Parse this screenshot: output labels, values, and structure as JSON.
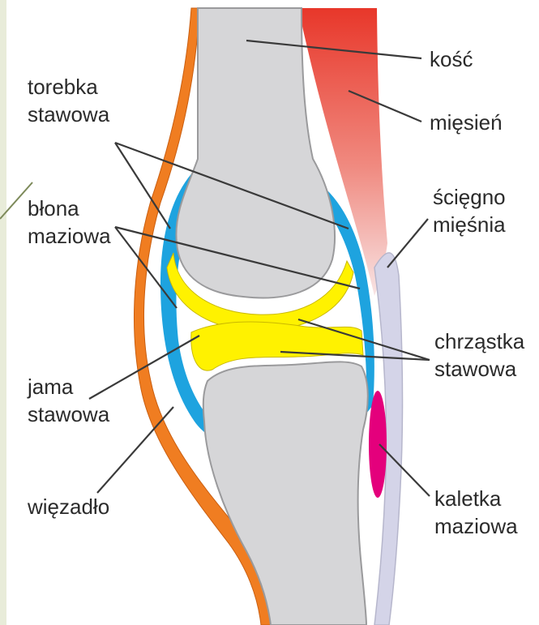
{
  "labels": {
    "torebka_line1": "torebka",
    "torebka_line2": "stawowa",
    "blona_line1": "błona",
    "blona_line2": "maziowa",
    "jama_line1": "jama",
    "jama_line2": "stawowa",
    "wiezadlo": "więzadło",
    "kosc": "kość",
    "miesien": "mięsień",
    "sciegno_line1": "ścięgno",
    "sciegno_line2": "mięśnia",
    "chrzastka_line1": "chrząstka",
    "chrzastka_line2": "stawowa",
    "kaletka_line1": "kaletka",
    "kaletka_line2": "maziowa"
  },
  "colors": {
    "background_frame": "#e8ecd9",
    "bone": "#d6d6d8",
    "bone_outline": "#9a9a9c",
    "muscle_top": "#e8372a",
    "muscle_bottom": "#f6d6d4",
    "tendon": "#d4d4e8",
    "capsule": "#f07d21",
    "synovial_membrane": "#1ea3df",
    "cartilage": "#fff200",
    "bursa": "#e4007c",
    "leader_line": "#3a3a3a"
  }
}
